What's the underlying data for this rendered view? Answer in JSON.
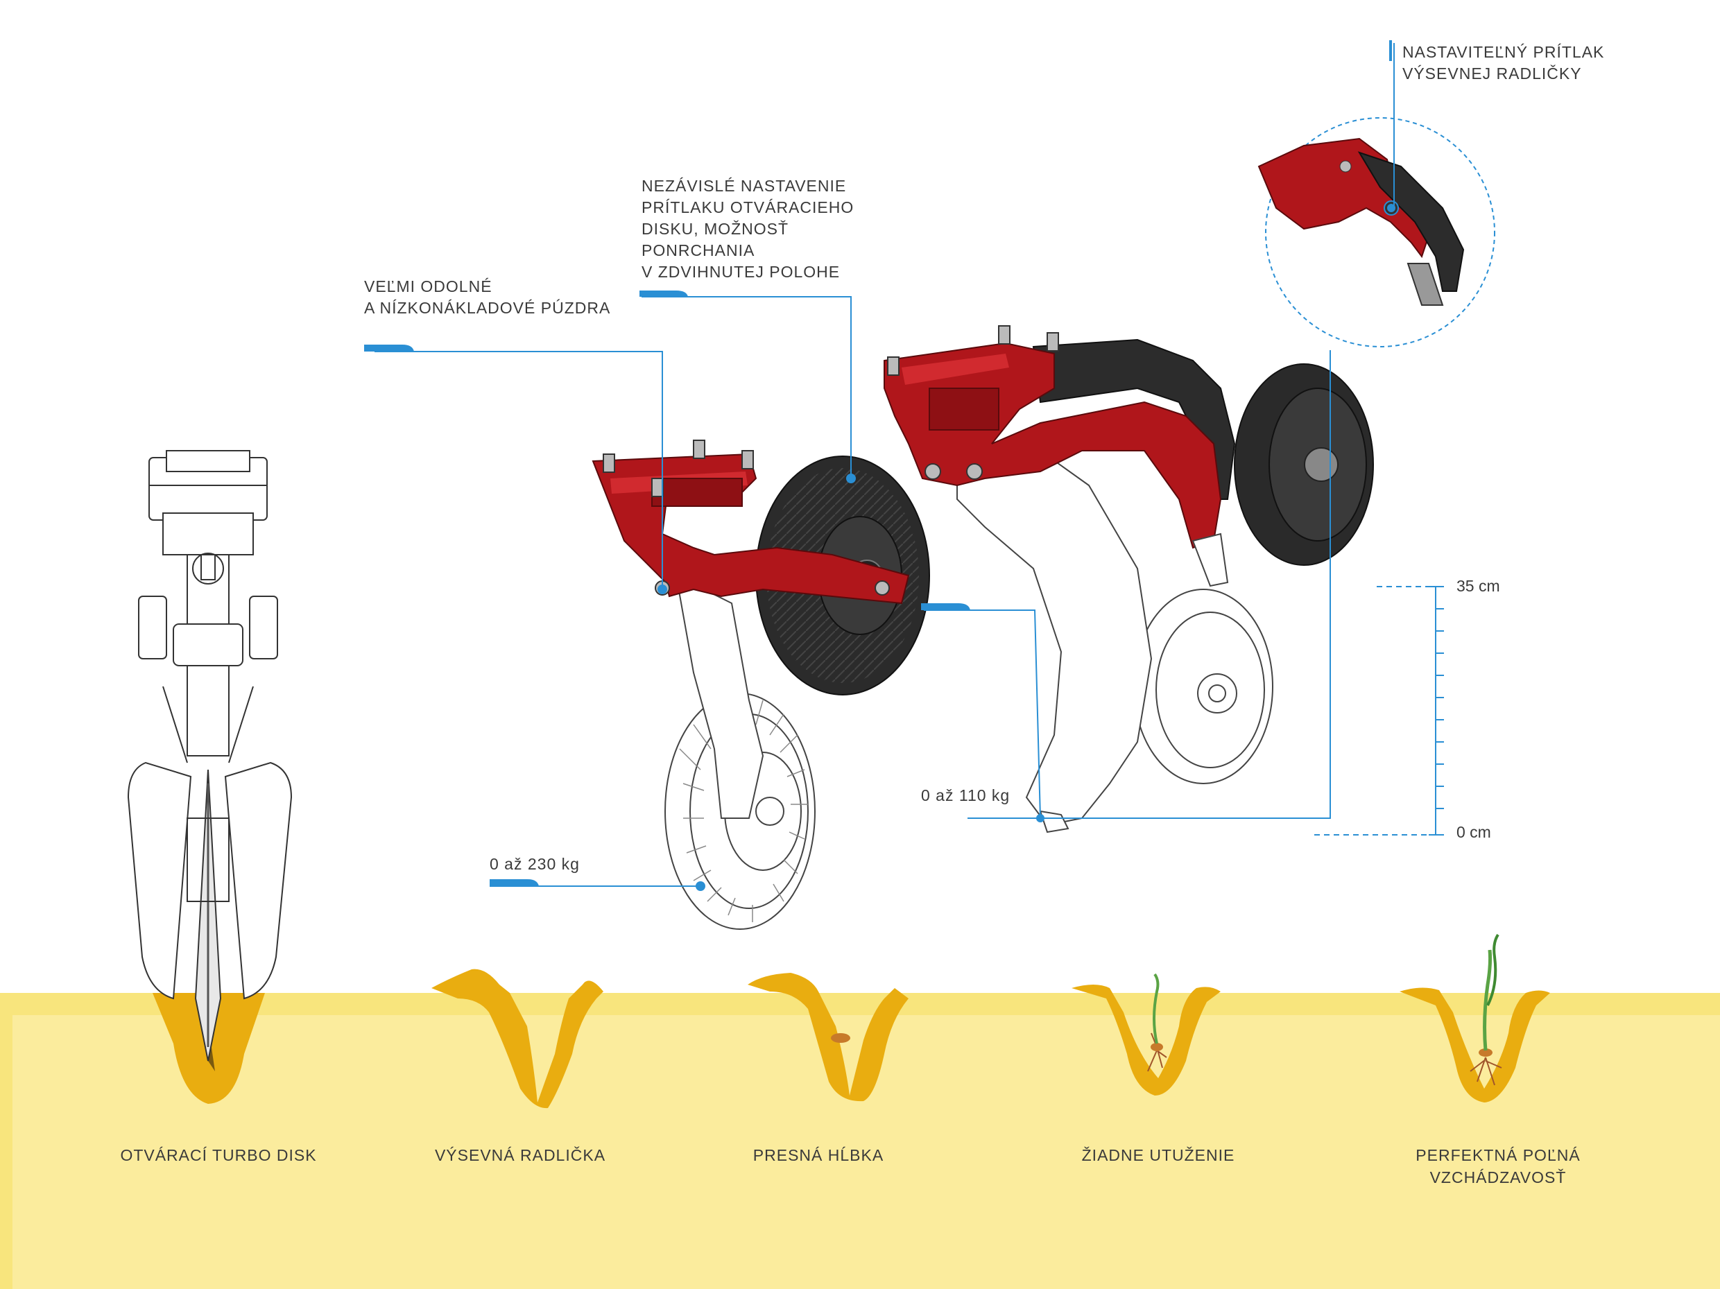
{
  "callouts": {
    "housing": "VEĽMI ODOLNÉ\nA NÍZKONÁKLADOVÉ PÚZDRA",
    "disc_pressure": "NEZÁVISLÉ NASTAVENIE\nPRÍTLAKU OTVÁRACIEHO\nDISKU, MOŽNOSŤ\nPONRCHANIA\nV ZDVIHNUTEJ POLOHE",
    "coulter_pressure": "NASTAVITEĽNÝ PRÍTLAK\nVÝSEVNEJ RADLIČKY",
    "load_disc": "0 až 230 kg",
    "load_coulter": "0 až 110 kg"
  },
  "scale": {
    "top": "35 cm",
    "bottom": "0 cm"
  },
  "stages": [
    {
      "label": "OTVÁRACÍ TURBO DISK"
    },
    {
      "label": "VÝSEVNÁ RADLIČKA"
    },
    {
      "label": "PRESNÁ HĹBKA"
    },
    {
      "label": "ŽIADNE UTUŽENIE"
    },
    {
      "label": "PERFEKTNÁ POĽNÁ\nVZCHÁDZAVOSŤ"
    }
  ],
  "colors": {
    "accent_blue": "#2a8fd4",
    "soil_light": "#fbec9d",
    "soil_band": "#f8e57d",
    "furrow": "#e9ad10",
    "frame_red": "#b0161b",
    "frame_dark": "#2a2a2a"
  }
}
